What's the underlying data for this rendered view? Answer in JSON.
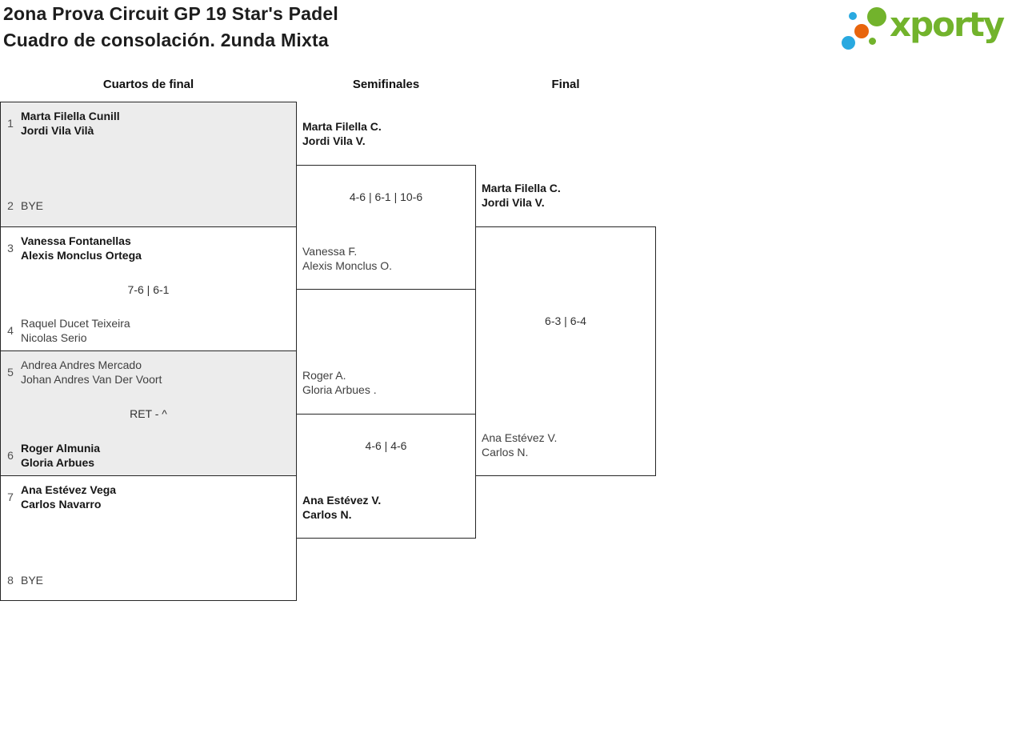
{
  "header": {
    "title_line1": "2ona Prova Circuit GP 19 Star's Padel",
    "title_line2": "Cuadro de consolación. 2unda Mixta"
  },
  "logo": {
    "text": "xporty",
    "colors": {
      "green": "#72b32c",
      "blue": "#29a9e0",
      "orange": "#e8650d"
    }
  },
  "columns": [
    {
      "label": "Cuartos de final"
    },
    {
      "label": "Semifinales"
    },
    {
      "label": "Final"
    }
  ],
  "matches": {
    "qf": [
      {
        "seed_top": "1",
        "top": [
          "Marta Filella Cunill",
          "Jordi Vila Vilà"
        ],
        "winner": "top",
        "seed_bottom": "2",
        "bottom": [
          "BYE"
        ],
        "score": ""
      },
      {
        "seed_top": "3",
        "top": [
          "Vanessa Fontanellas",
          "Alexis Monclus Ortega"
        ],
        "winner": "top",
        "seed_bottom": "4",
        "bottom": [
          "Raquel Ducet Teixeira",
          "Nicolas Serio"
        ],
        "score": "7-6 | 6-1"
      },
      {
        "seed_top": "5",
        "top": [
          "Andrea Andres Mercado",
          "Johan Andres Van Der Voort"
        ],
        "winner": "bottom",
        "seed_bottom": "6",
        "bottom": [
          "Roger Almunia",
          "Gloria Arbues"
        ],
        "score": "RET - ^"
      },
      {
        "seed_top": "7",
        "top": [
          "Ana Estévez Vega",
          "Carlos Navarro"
        ],
        "winner": "top",
        "seed_bottom": "8",
        "bottom": [
          "BYE"
        ],
        "score": ""
      }
    ],
    "sf": [
      {
        "top": [
          "Marta Filella C.",
          "Jordi Vila V."
        ],
        "winner": "top",
        "bottom": [
          "Vanessa F.",
          "Alexis Monclus O."
        ],
        "score": "4-6 | 6-1 | 10-6"
      },
      {
        "top": [
          "Roger A.",
          "Gloria Arbues ."
        ],
        "winner": "bottom",
        "bottom": [
          "Ana Estévez V.",
          "Carlos N."
        ],
        "score": "4-6 | 4-6"
      }
    ],
    "final": [
      {
        "top": [
          "Marta Filella C.",
          "Jordi Vila V."
        ],
        "winner": "top",
        "bottom": [
          "Ana Estévez V.",
          "Carlos N."
        ],
        "score": "6-3 | 6-4"
      }
    ]
  }
}
